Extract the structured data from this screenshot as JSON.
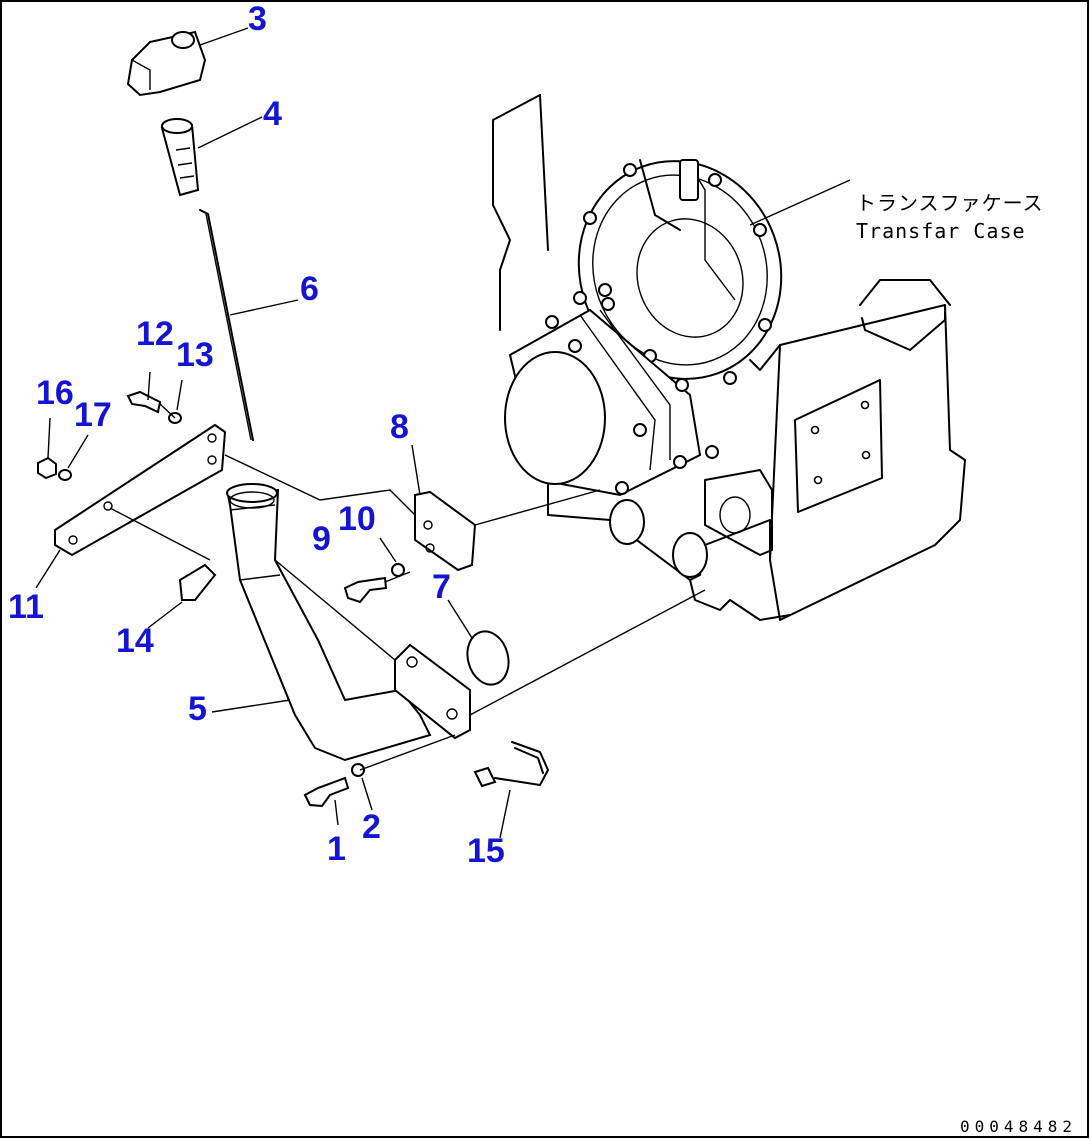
{
  "diagram": {
    "callouts": [
      {
        "id": "c1",
        "label": "1"
      },
      {
        "id": "c2",
        "label": "2"
      },
      {
        "id": "c3",
        "label": "3"
      },
      {
        "id": "c4",
        "label": "4"
      },
      {
        "id": "c5",
        "label": "5"
      },
      {
        "id": "c6",
        "label": "6"
      },
      {
        "id": "c7",
        "label": "7"
      },
      {
        "id": "c8",
        "label": "8"
      },
      {
        "id": "c9",
        "label": "9"
      },
      {
        "id": "c10",
        "label": "10"
      },
      {
        "id": "c11",
        "label": "11"
      },
      {
        "id": "c12",
        "label": "12"
      },
      {
        "id": "c13",
        "label": "13"
      },
      {
        "id": "c14",
        "label": "14"
      },
      {
        "id": "c15",
        "label": "15"
      },
      {
        "id": "c16",
        "label": "16"
      },
      {
        "id": "c17",
        "label": "17"
      }
    ],
    "case_label_jp": "トランスファケース",
    "case_label_en": "Transfar Case",
    "figure_code": "00048482"
  },
  "colors": {
    "callout": "#1414d2",
    "line": "#000000",
    "background": "#ffffff"
  }
}
